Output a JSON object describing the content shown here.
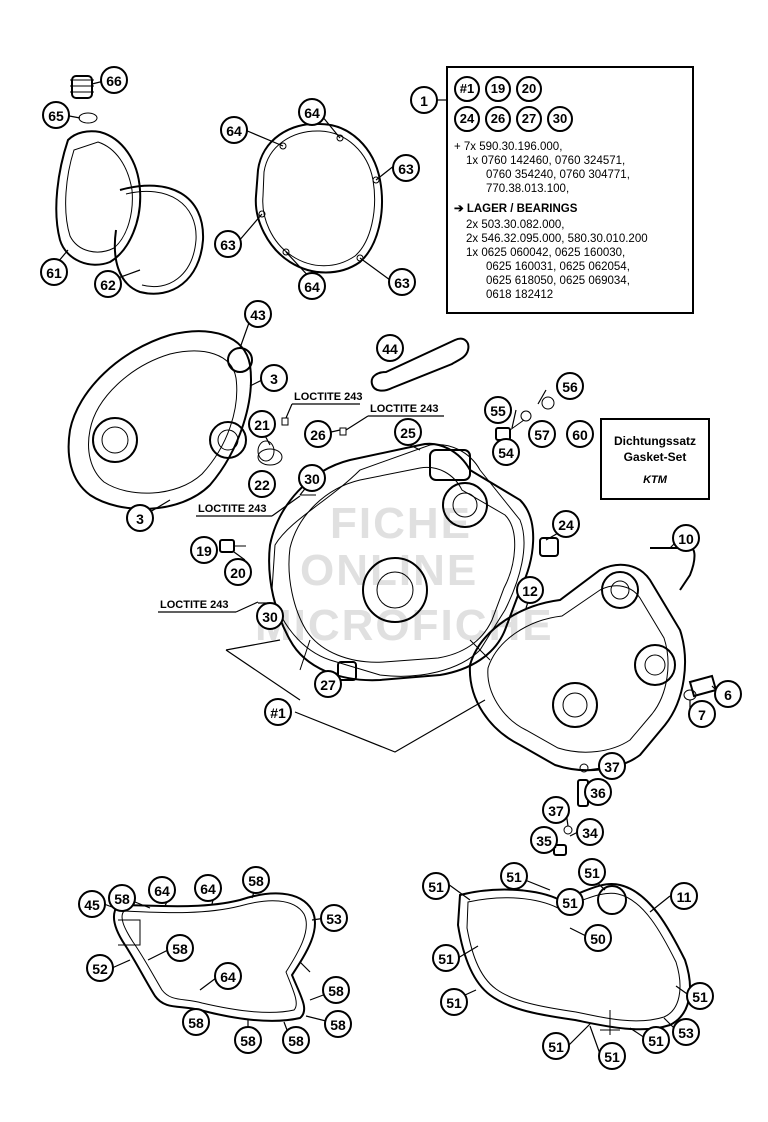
{
  "kit_box": {
    "refs_row1": [
      "#1",
      "19",
      "20"
    ],
    "refs_row2": [
      "24",
      "26",
      "27",
      "30"
    ],
    "lines": [
      "+ 7x 590.30.196.000,",
      "1x 0760 142460, 0760 324571,",
      "0760 354240, 0760 304771,",
      "770.38.013.100,",
      "LAGER / BEARINGS",
      "2x 503.30.082.000,",
      "2x 546.32.095.000, 580.30.010.200",
      "1x 0625 060042, 0625 160030,",
      "0625 160031, 0625 062054,",
      "0625 618050, 0625 069034,",
      "0618 182412"
    ]
  },
  "gasket_box": {
    "line1": "Dichtungssatz",
    "line2": "Gasket-Set",
    "brand": "KTM"
  },
  "loctite_label": "LOCTITE 243",
  "watermark": [
    "FICHE",
    "ONLINE",
    "MICROFICHE"
  ],
  "callouts": [
    {
      "id": "c1",
      "label": "1"
    },
    {
      "id": "c66",
      "label": "66"
    },
    {
      "id": "c65",
      "label": "65"
    },
    {
      "id": "c61",
      "label": "61"
    },
    {
      "id": "c62",
      "label": "62"
    },
    {
      "id": "c64a",
      "label": "64"
    },
    {
      "id": "c64b",
      "label": "64"
    },
    {
      "id": "c63a",
      "label": "63"
    },
    {
      "id": "c63b",
      "label": "63"
    },
    {
      "id": "c64c",
      "label": "64"
    },
    {
      "id": "c63c",
      "label": "63"
    },
    {
      "id": "c43",
      "label": "43"
    },
    {
      "id": "c44",
      "label": "44"
    },
    {
      "id": "c3a",
      "label": "3"
    },
    {
      "id": "c21",
      "label": "21"
    },
    {
      "id": "c22",
      "label": "22"
    },
    {
      "id": "c3b",
      "label": "3"
    },
    {
      "id": "c26",
      "label": "26"
    },
    {
      "id": "c25",
      "label": "25"
    },
    {
      "id": "c30a",
      "label": "30"
    },
    {
      "id": "c55",
      "label": "55"
    },
    {
      "id": "c56",
      "label": "56"
    },
    {
      "id": "c57",
      "label": "57"
    },
    {
      "id": "c54",
      "label": "54"
    },
    {
      "id": "c60",
      "label": "60"
    },
    {
      "id": "c19",
      "label": "19"
    },
    {
      "id": "c20",
      "label": "20"
    },
    {
      "id": "c24",
      "label": "24"
    },
    {
      "id": "c10",
      "label": "10"
    },
    {
      "id": "c30b",
      "label": "30"
    },
    {
      "id": "c12",
      "label": "12"
    },
    {
      "id": "c27",
      "label": "27"
    },
    {
      "id": "c1b",
      "label": "#1"
    },
    {
      "id": "c6",
      "label": "6"
    },
    {
      "id": "c7",
      "label": "7"
    },
    {
      "id": "c37a",
      "label": "37"
    },
    {
      "id": "c36",
      "label": "36"
    },
    {
      "id": "c37b",
      "label": "37"
    },
    {
      "id": "c34",
      "label": "34"
    },
    {
      "id": "c35",
      "label": "35"
    },
    {
      "id": "c45",
      "label": "45"
    },
    {
      "id": "c58a",
      "label": "58"
    },
    {
      "id": "c64d",
      "label": "64"
    },
    {
      "id": "c64e",
      "label": "64"
    },
    {
      "id": "c58b",
      "label": "58"
    },
    {
      "id": "c53a",
      "label": "53"
    },
    {
      "id": "c58c",
      "label": "58"
    },
    {
      "id": "c52",
      "label": "52"
    },
    {
      "id": "c64f",
      "label": "64"
    },
    {
      "id": "c58d",
      "label": "58"
    },
    {
      "id": "c58e",
      "label": "58"
    },
    {
      "id": "c58f",
      "label": "58"
    },
    {
      "id": "c58g",
      "label": "58"
    },
    {
      "id": "c58h",
      "label": "58"
    },
    {
      "id": "c51a",
      "label": "51"
    },
    {
      "id": "c51b",
      "label": "51"
    },
    {
      "id": "c51c",
      "label": "51"
    },
    {
      "id": "c51d",
      "label": "51"
    },
    {
      "id": "c11",
      "label": "11"
    },
    {
      "id": "c50",
      "label": "50"
    },
    {
      "id": "c51e",
      "label": "51"
    },
    {
      "id": "c51f",
      "label": "51"
    },
    {
      "id": "c51g",
      "label": "51"
    },
    {
      "id": "c51h",
      "label": "51"
    },
    {
      "id": "c51i",
      "label": "51"
    },
    {
      "id": "c53b",
      "label": "53"
    },
    {
      "id": "c51j",
      "label": "51"
    }
  ]
}
